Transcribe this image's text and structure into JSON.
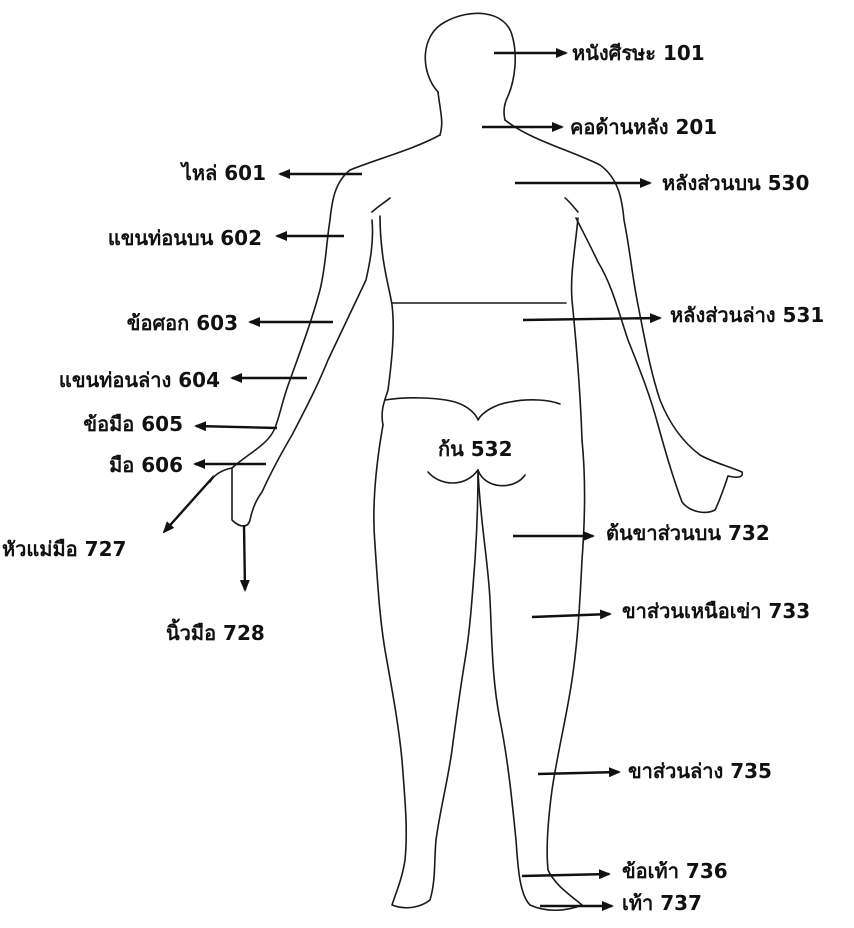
{
  "labels": {
    "scalp": "หนังศีรษะ 101",
    "neck_back": "คอด้านหลัง 201",
    "shoulder": "ไหล่ 601",
    "upper_back": "หลังส่วนบน 530",
    "upper_arm": "แขนท่อนบน 602",
    "elbow": "ข้อศอก 603",
    "lower_back": "หลังส่วนล่าง 531",
    "forearm": "แขนท่อนล่าง 604",
    "wrist": "ข้อมือ 605",
    "hand": "มือ 606",
    "buttocks": "ก้น 532",
    "thumb": "หัวแม่มือ 727",
    "upper_thigh": "ต้นขาส่วนบน 732",
    "finger": "นิ้วมือ  728",
    "above_knee": "ขาส่วนเหนือเข่า 733",
    "lower_leg": "ขาส่วนล่าง 735",
    "ankle": "ข้อเท้า 736",
    "foot": "เท้า 737"
  },
  "colors": {
    "ink": "#111111",
    "outline": "#1a1a1a",
    "background": "#ffffff"
  }
}
